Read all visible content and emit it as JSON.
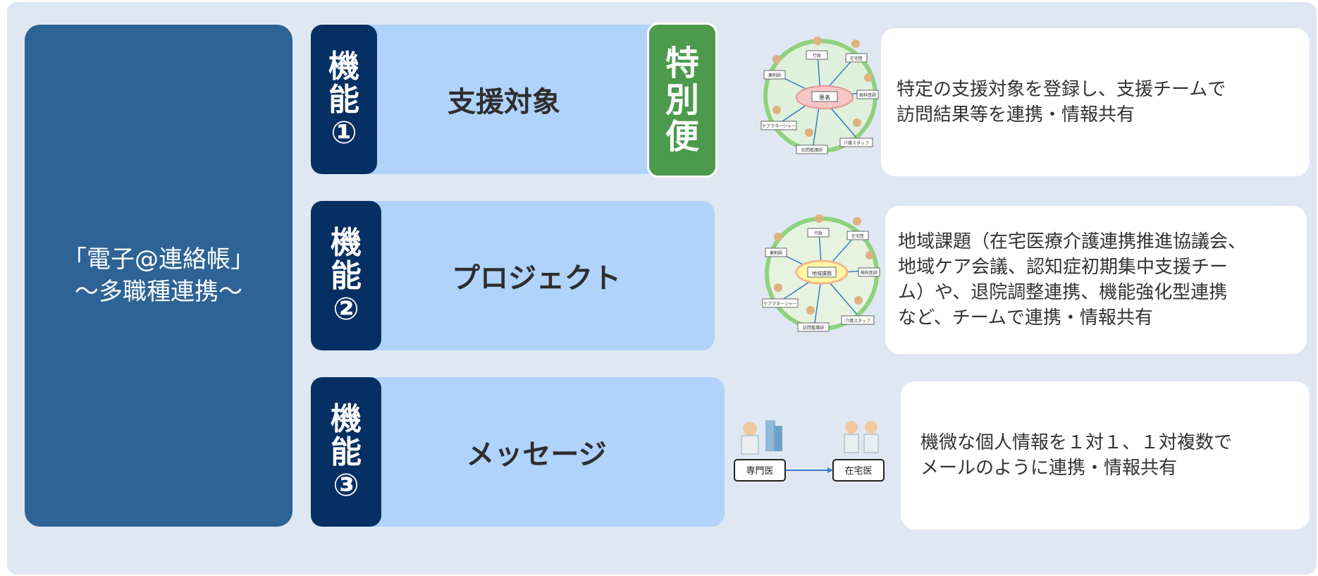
{
  "main": {
    "line1": "「電子@連絡帳」",
    "line2": "～多職種連携～"
  },
  "features": [
    {
      "badge": [
        "機",
        "能",
        "①"
      ],
      "title": "支援対象",
      "special": [
        "特",
        "別",
        "便"
      ],
      "network": {
        "center": "患者",
        "nodes": [
          "行政",
          "在宅医",
          "薬剤師",
          "歯科医師",
          "ケアマネージャー",
          "訪問看護師",
          "介護スタッフ"
        ]
      },
      "description": [
        "特定の支援対象を登録し、支援チームで",
        "訪問結果等を連携・情報共有"
      ]
    },
    {
      "badge": [
        "機",
        "能",
        "②"
      ],
      "title": "プロジェクト",
      "network": {
        "center": "地域課題",
        "nodes": [
          "行政",
          "在宅医",
          "薬剤師",
          "歯科医師",
          "ケアマネージャー",
          "訪問看護師",
          "介護スタッフ"
        ]
      },
      "description": [
        "地域課題（在宅医療介護連携推進協議会、",
        "地域ケア会議、認知症初期集中支援チー",
        "ム）や、退院調整連携、機能強化型連携",
        "など、チームで連携・情報共有"
      ]
    },
    {
      "badge": [
        "機",
        "能",
        "③"
      ],
      "title": "メッセージ",
      "message_flow": {
        "from": "専門医",
        "to": "在宅医"
      },
      "description": [
        "機微な個人情報を１対１、１対複数で",
        "メールのように連携・情報共有"
      ]
    }
  ],
  "colors": {
    "panel": "#dfe8f2",
    "main_block": "#2e6395",
    "badge": "#062f63",
    "label_box": "#afd3fb",
    "special": "#4c9a4c",
    "description_bg": "#ffffff"
  }
}
